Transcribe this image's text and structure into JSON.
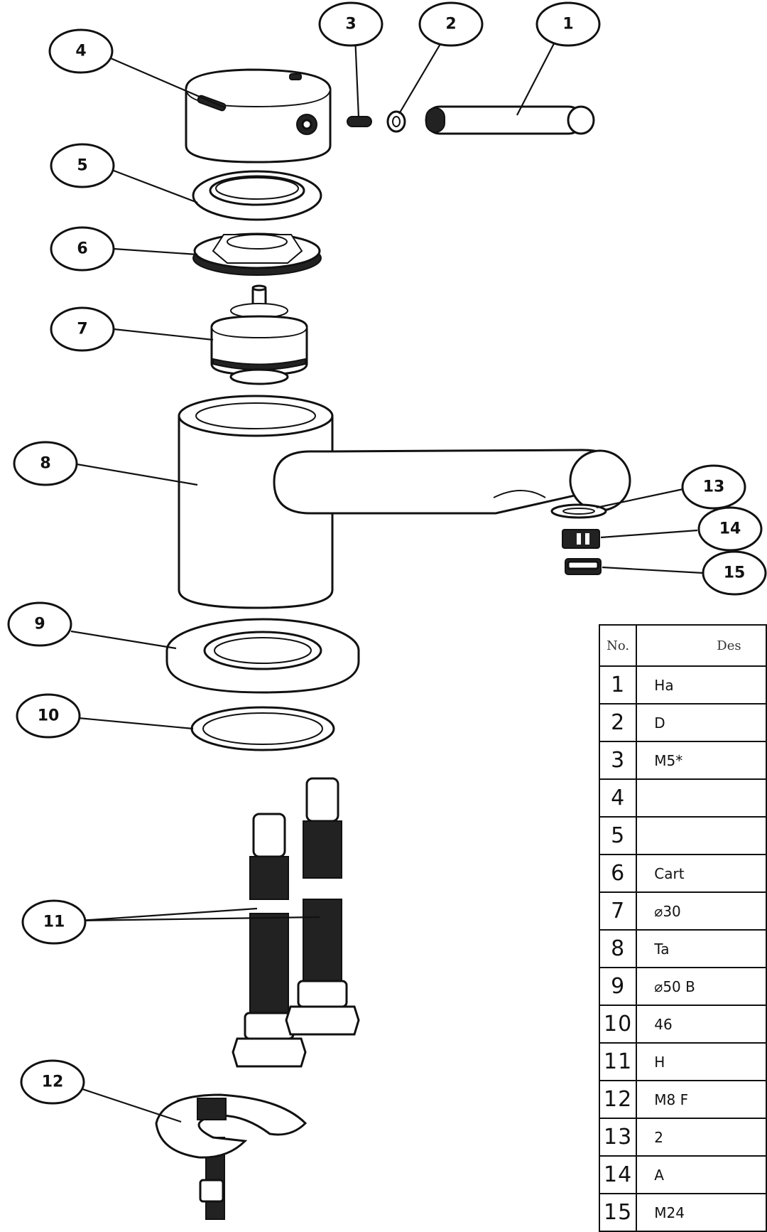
{
  "callouts": [
    "1",
    "2",
    "3",
    "4",
    "5",
    "6",
    "7",
    "8",
    "9",
    "10",
    "11",
    "12",
    "13",
    "14",
    "15"
  ],
  "table": {
    "headers": {
      "no": "No.",
      "description": "Des"
    },
    "rows": [
      {
        "no": "1",
        "description": "Ha"
      },
      {
        "no": "2",
        "description": "D"
      },
      {
        "no": "3",
        "description": "M5*"
      },
      {
        "no": "4",
        "description": ""
      },
      {
        "no": "5",
        "description": ""
      },
      {
        "no": "6",
        "description": "Cart"
      },
      {
        "no": "7",
        "description": "⌀30"
      },
      {
        "no": "8",
        "description": "Ta"
      },
      {
        "no": "9",
        "description": "⌀50 B"
      },
      {
        "no": "10",
        "description": "46"
      },
      {
        "no": "11",
        "description": "H"
      },
      {
        "no": "12",
        "description": "M8 F"
      },
      {
        "no": "13",
        "description": "2"
      },
      {
        "no": "14",
        "description": "A"
      },
      {
        "no": "15",
        "description": "M24"
      }
    ]
  }
}
